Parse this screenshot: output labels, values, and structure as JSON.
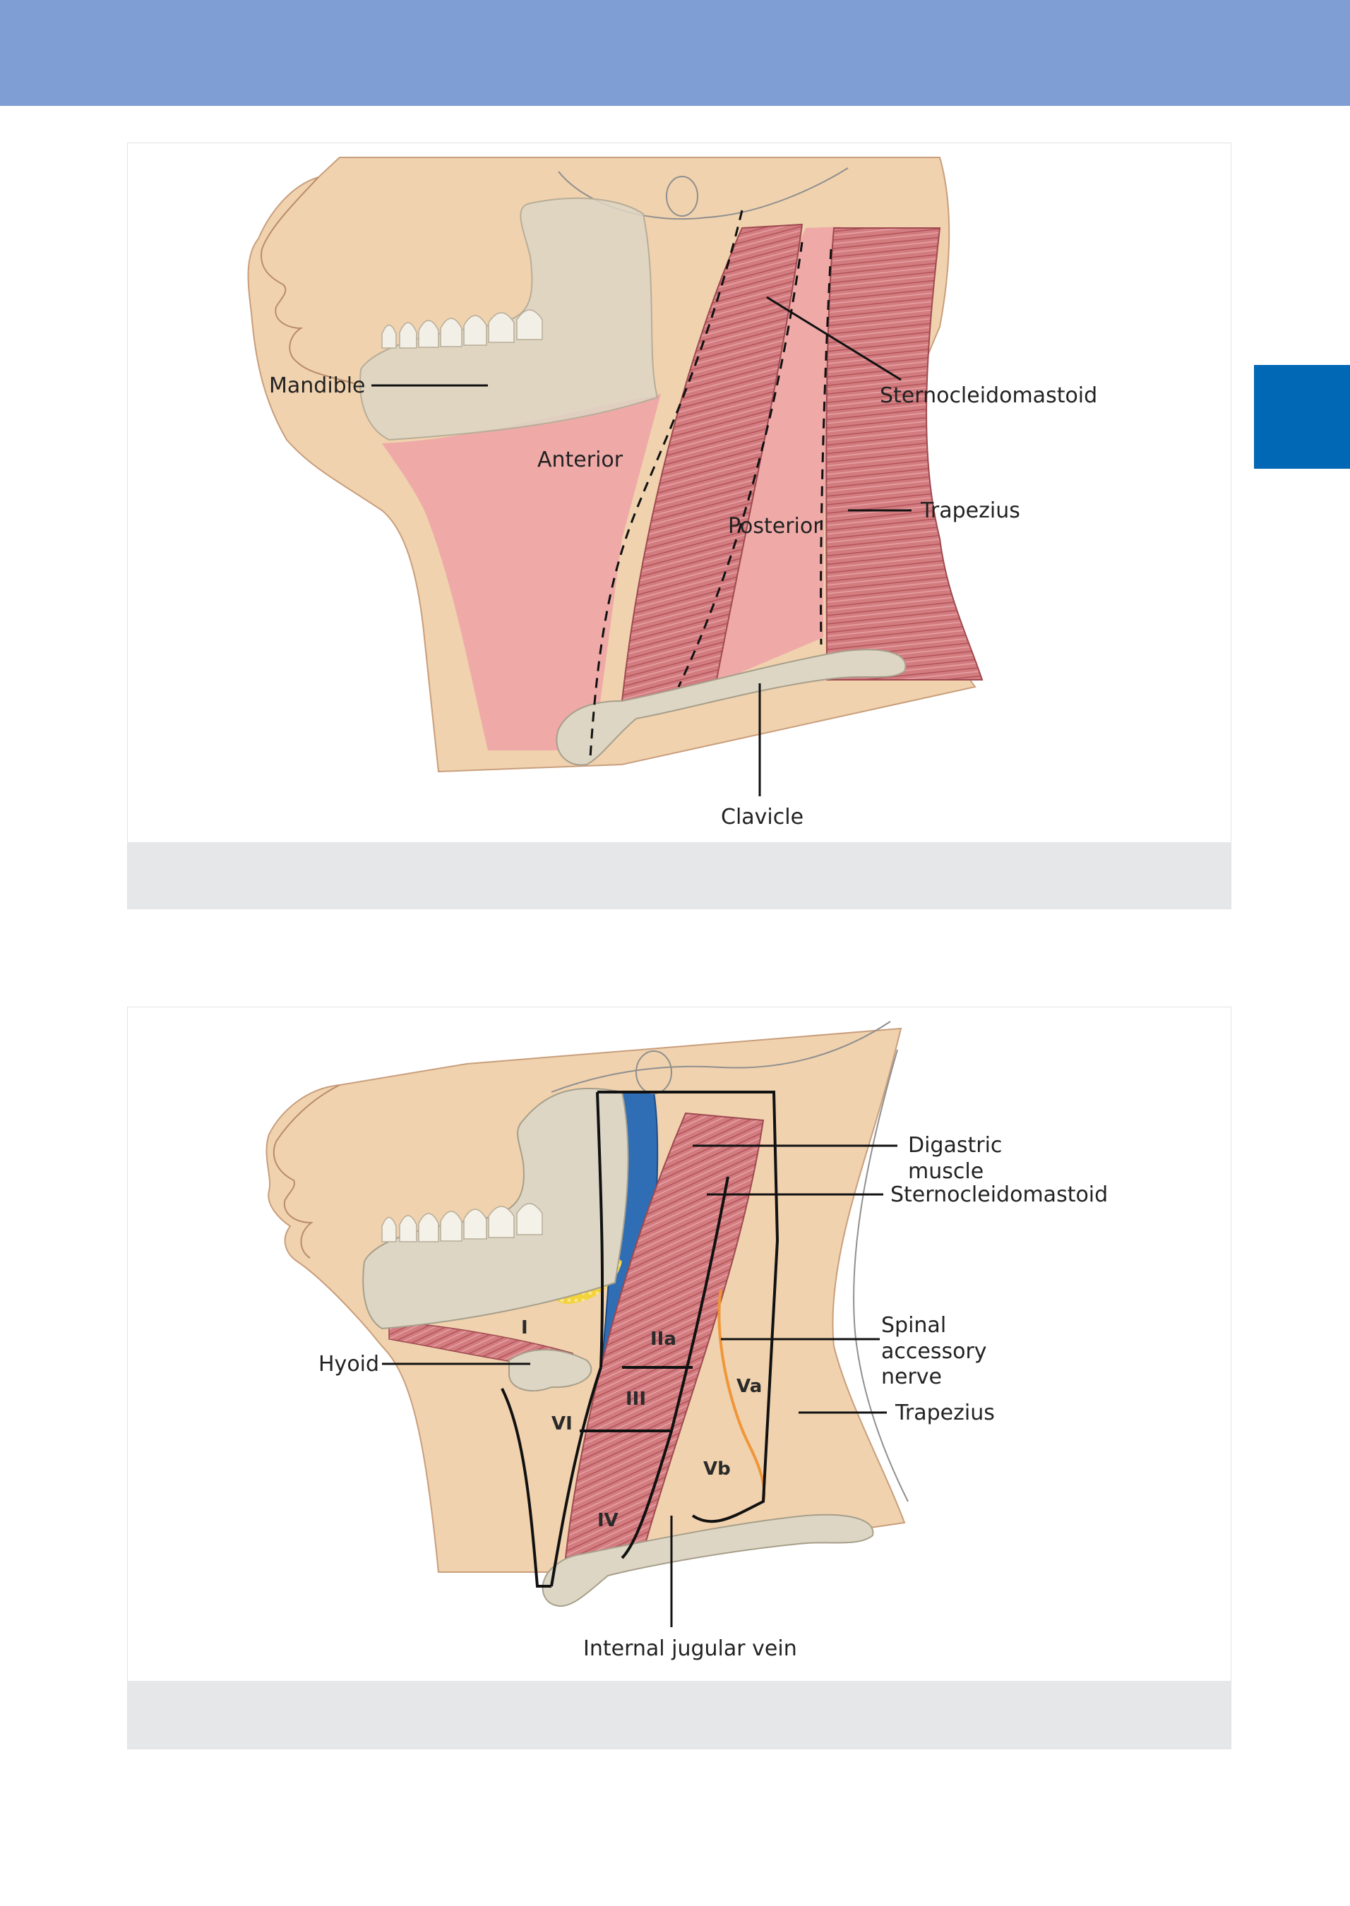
{
  "figure_top": {
    "labels": {
      "mandible": "Mandible",
      "anterior": "Anterior",
      "posterior": "Posterior",
      "sternocleidomastoid": "Sternocleidomastoid",
      "trapezius": "Trapezius",
      "clavicle": "Clavicle"
    },
    "caption": ""
  },
  "figure_bottom": {
    "labels": {
      "digastric_line1": "Digastric",
      "digastric_line2": "muscle",
      "sternocleidomastoid": "Sternocleidomastoid",
      "spinal_line1": "Spinal",
      "spinal_line2": "accessory",
      "spinal_line3": "nerve",
      "trapezius": "Trapezius",
      "hyoid": "Hyoid",
      "internal_jugular_vein": "Internal jugular vein"
    },
    "levels": {
      "level_i": "I",
      "level_iia": "IIa",
      "level_iii": "III",
      "level_va": "Va",
      "level_vi": "VI",
      "level_vb": "Vb",
      "level_iv": "IV"
    },
    "caption": ""
  },
  "colors": {
    "header_band": "#7f9fd4",
    "side_tab": "#0068b5",
    "skin": "#f0d2ae",
    "muscle": "#d07a7e",
    "triangle_pink": "#efaaa8",
    "bone": "#ddd6c4",
    "vein": "#2f6db5",
    "gland": "#f3d23c",
    "caption_bar": "#e6e7e9"
  }
}
